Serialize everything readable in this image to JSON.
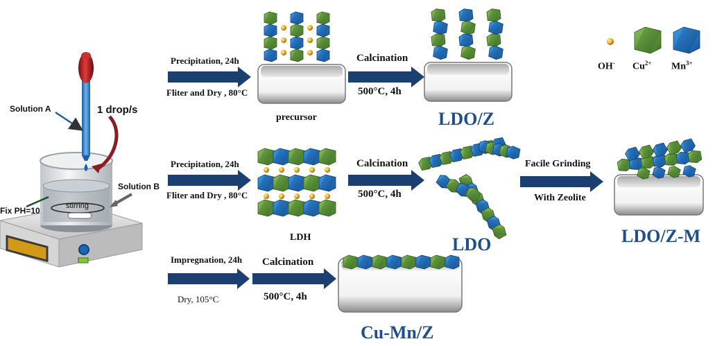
{
  "apparatus": {
    "solution_a": "Solution A",
    "solution_b": "Solution B",
    "drop_rate": "1 drop/s",
    "fix_ph": "Fix PH=10",
    "stirring": "stirring"
  },
  "row1": {
    "step1_top": "Precipitation, 24h",
    "step1_bottom": "Fliter and Dry , 80°C",
    "precursor": "precursor",
    "step2_top": "Calcination",
    "step2_bottom": "500°C, 4h",
    "product": "LDO/Z"
  },
  "row2": {
    "step1_top": "Precipitation, 24h",
    "step1_bottom": "Fliter and Dry , 80°C",
    "ldh": "LDH",
    "step2_top": "Calcination",
    "step2_bottom": "500°C, 4h",
    "ldo": "LDO",
    "step3_top": "Facile Grinding",
    "step3_bottom": "With Zeolite",
    "product": "LDO/Z-M"
  },
  "row3": {
    "step1_top": "Impregnation, 24h",
    "step1_bottom": "Dry, 105°C",
    "step2_top": "Calcination",
    "step2_bottom": "500°C, 4h",
    "product": "Cu-Mn/Z"
  },
  "legend": {
    "oh": "OH",
    "oh_sup": "-",
    "cu": "Cu",
    "cu_sup": "2+",
    "mn": "Mn",
    "mn_sup": "3+"
  },
  "colors": {
    "arrow": "#1c3f72",
    "cu": "#5f9a3a",
    "mn": "#1f6fc0",
    "oh": "#e0a21a",
    "title": "#1f4e8c"
  }
}
